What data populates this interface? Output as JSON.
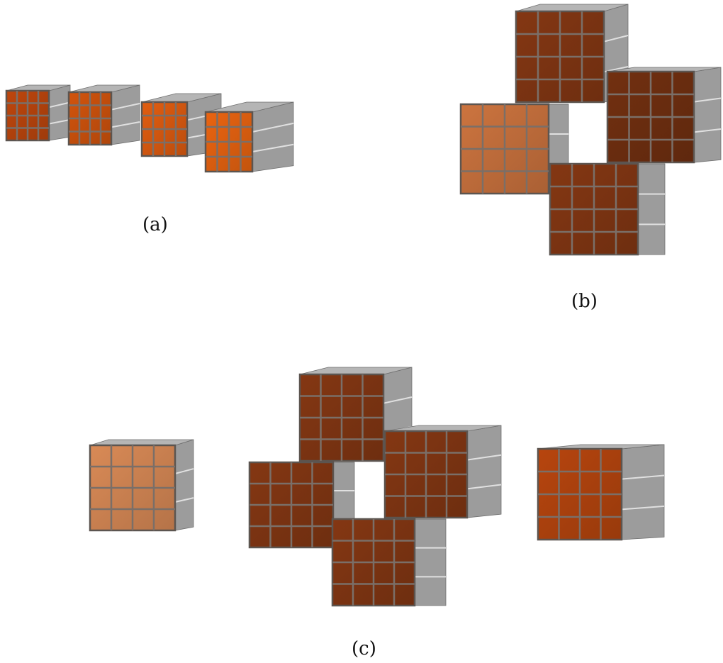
{
  "captions": {
    "a": "(a)",
    "b": "(b)",
    "c": "(c)"
  },
  "grid": {
    "rows": 4,
    "cols": 4
  },
  "colors": {
    "background": "#ffffff",
    "grid_line": "#7a6f68",
    "side_face": "#9c9c9c",
    "top_face": "#b5b5b5",
    "edge": "#6e6e6e",
    "face_light": "#bd6b3a",
    "face_orange": "#d95d10",
    "face_mid": "#a9400d",
    "face_dark": "#7a3312",
    "face_darker": "#6a2c0f"
  },
  "panels": [
    {
      "label": "a",
      "description_ref": "four-cubes-row",
      "cube_colors": [
        "#b0410c",
        "#c24e0c",
        "#d0560f",
        "#d95d10"
      ]
    },
    {
      "label": "b",
      "description_ref": "pinwheel-of-four",
      "cube_colors": [
        "#7a3312",
        "#6a2c0f",
        "#bd6b3a",
        "#7a3312"
      ]
    },
    {
      "label": "c",
      "description_ref": "pinwheel-with-two-side-cubes",
      "cube_colors": [
        "#c98050",
        "#7a3312",
        "#7a3312",
        "#7a3312",
        "#7a3312",
        "#a9400d"
      ]
    }
  ]
}
